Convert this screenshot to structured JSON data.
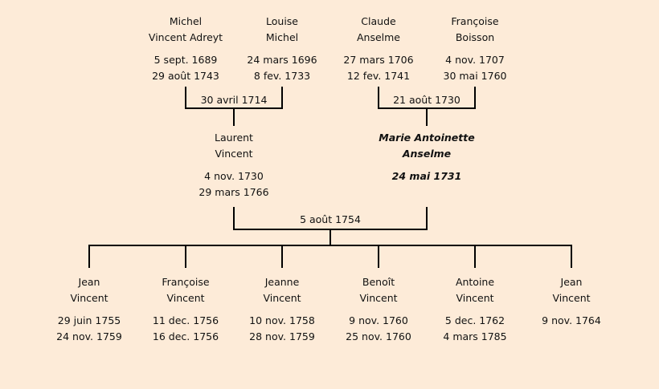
{
  "grandparents": [
    {
      "first": "Michel",
      "last": "Vincent Adreyt",
      "birth": "5 sept. 1689",
      "death": "29 août 1743"
    },
    {
      "first": "Louise",
      "last": "Michel",
      "birth": "24 mars 1696",
      "death": "8 fev. 1733"
    },
    {
      "first": "Claude",
      "last": "Anselme",
      "birth": "27 mars 1706",
      "death": "12 fev. 1741"
    },
    {
      "first": "Françoise",
      "last": "Boisson",
      "birth": "4 nov. 1707",
      "death": "30 mai 1760"
    }
  ],
  "marriages": {
    "left": "30 avril 1714",
    "right": "21 août 1730",
    "parents": "5 août 1754"
  },
  "parents": [
    {
      "first": "Laurent",
      "last": "Vincent",
      "birth": "4 nov. 1730",
      "death": "29 mars 1766"
    },
    {
      "first": "Marie Antoinette",
      "last": "Anselme",
      "birth": "24 mai 1731"
    }
  ],
  "children": [
    {
      "first": "Jean",
      "last": "Vincent",
      "birth": "29 juin 1755",
      "death": "24 nov. 1759"
    },
    {
      "first": "Françoise",
      "last": "Vincent",
      "birth": "11 dec. 1756",
      "death": "16 dec. 1756"
    },
    {
      "first": "Jeanne",
      "last": "Vincent",
      "birth": "10 nov. 1758",
      "death": "28 nov. 1759"
    },
    {
      "first": "Benoît",
      "last": "Vincent",
      "birth": "9 nov. 1760",
      "death": "25 nov. 1760"
    },
    {
      "first": "Antoine",
      "last": "Vincent",
      "birth": "5 dec. 1762",
      "death": "4 mars 1785"
    },
    {
      "first": "Jean",
      "last": "Vincent",
      "birth": "9 nov. 1764"
    }
  ]
}
